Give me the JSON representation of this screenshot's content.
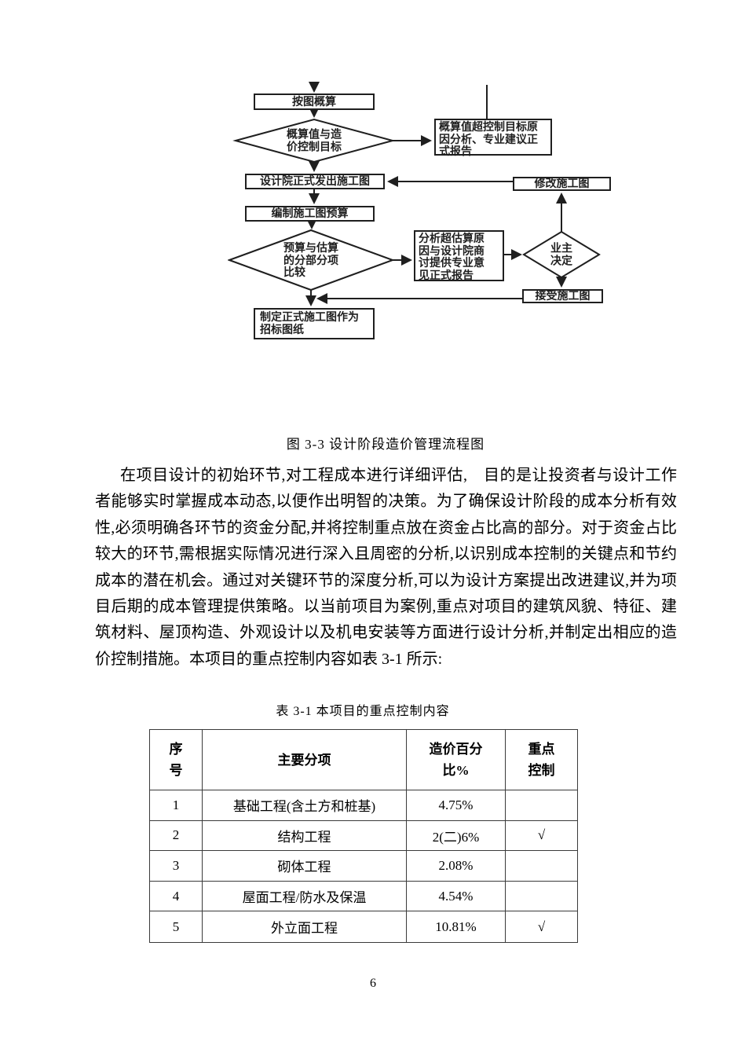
{
  "figure": {
    "caption": "图 3-3 设计阶段造价管理流程图",
    "nodes": {
      "estimate_by_drawing": "按图概算",
      "decision_estimate_vs_target": "概算值与造\n价控制目标",
      "overrun_analysis_report": "概算值超控制目标原\n因分析、专业建议正\n式报告",
      "issue_construction_drawings": "设计院正式发出施工图",
      "revise_construction_drawings": "修改施工图",
      "compile_drawing_budget": "编制施工图预算",
      "decision_budget_vs_estimate": "预算与估算\n的分部分项\n比较",
      "overbudget_analysis_report": "分析超估算原\n因与设计院商\n讨提供专业意\n见正式报告",
      "decision_owner": "业主\n决定",
      "accept_construction_drawings": "接受施工图",
      "finalize_bidding_drawings": "制定正式施工图作为\n招标图纸"
    }
  },
  "paragraph": {
    "text": "在项目设计的初始环节,对工程成本进行详细评估,　目的是让投资者与设计工作者能够实时掌握成本动态,以便作出明智的决策。为了确保设计阶段的成本分析有效性,必须明确各环节的资金分配,并将控制重点放在资金占比高的部分。对于资金占比较大的环节,需根据实际情况进行深入且周密的分析,以识别成本控制的关键点和节约成本的潜在机会。通过对关键环节的深度分析,可以为设计方案提出改进建议,并为项目后期的成本管理提供策略。以当前项目为案例,重点对项目的建筑风貌、特征、建筑材料、屋顶构造、外观设计以及机电安装等方面进行设计分析,并制定出相应的造价控制措施。本项目的重点控制内容如表 3-1 所示:"
  },
  "table": {
    "title": "表 3-1 本项目的重点控制内容",
    "headers": [
      "序\n号",
      "主要分项",
      "造价百分\n比%",
      "重点\n控制"
    ],
    "rows": [
      [
        "1",
        "基础工程(含土方和桩基)",
        "4.75%",
        ""
      ],
      [
        "2",
        "结构工程",
        "2(二)6%",
        "√"
      ],
      [
        "3",
        "砌体工程",
        "2.08%",
        ""
      ],
      [
        "4",
        "屋面工程/防水及保温",
        "4.54%",
        ""
      ],
      [
        "5",
        "外立面工程",
        "10.81%",
        "√"
      ]
    ]
  },
  "page": {
    "number": "6"
  },
  "colors": {
    "ink": "#1f1f1f",
    "table_border": "#3a3a3a",
    "background": "#ffffff"
  }
}
